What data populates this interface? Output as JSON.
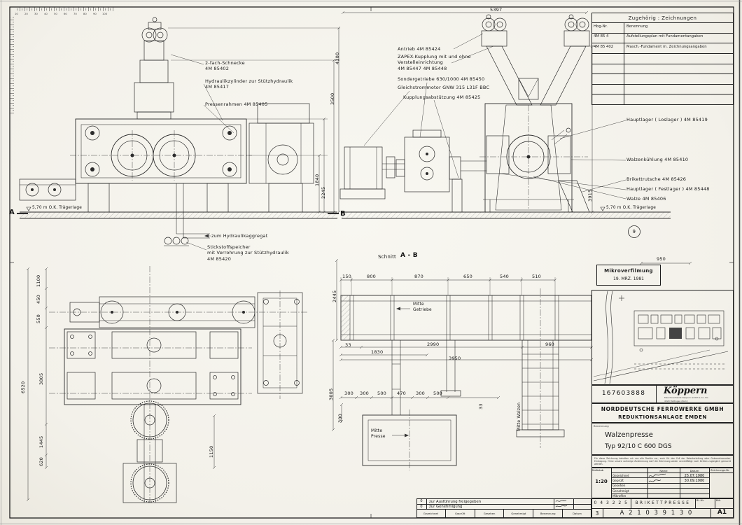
{
  "ruler": {
    "numbers": [
      "10",
      "20",
      "30",
      "40",
      "50",
      "60",
      "70",
      "80",
      "90",
      "100"
    ]
  },
  "markers": {
    "a": "A",
    "b": "B",
    "detail": "9"
  },
  "front_view": {
    "schnecke_1": "2-fach-Schnecke",
    "schnecke_2": "4M 85402",
    "hydraulik_1": "Hydraulikzylinder zur Stützhydraulik",
    "hydraulik_2": "4M 85417",
    "rahmen": "Pressenrahmen   4M 85405",
    "aggregat": "zum Hydraulikaggregat",
    "speicher_1": "Stickstoffspeicher",
    "speicher_2": "mit Verrohrung zur Stützhydraulik",
    "speicher_3": "4M 85420",
    "traegerlage": "5,70 m  O.K. Trägerlage",
    "dim_4300": "4300",
    "dim_3500": "3500",
    "dim_1840": "1840",
    "dim_2245": "2245"
  },
  "side_view": {
    "antrieb": "Antrieb    4M 85424",
    "zapex_1": "ZAPEX-Kupplung mit und ohne",
    "zapex_2": "Verstelleinrichtung",
    "zapex_3": "4M 85447      4M 85448",
    "sondergetriebe": "Sondergetriebe   630/1000   4M 85450",
    "motor": "Gleichstrommotor   GNW 315 L31F   BBC",
    "kupplungsabstuetzung": "Kupplungsabstützung   4M 85425",
    "loslager": "Hauptlager ( Loslager )     4M 85419",
    "kuehlung": "Walzenkühlung     4M 85410",
    "rutsche": "Brikettrutsche     4M 85426",
    "festlager": "Hauptlager ( Festlager )    4M 85448",
    "walze": "Walze    4M 85406",
    "traegerlage": "5,70 m  O.K. Trägerlage",
    "dim_5397": "5397",
    "dim_3915": "3915"
  },
  "plan_view": {
    "dim_1100": "1100",
    "dim_450": "450",
    "dim_550": "550",
    "dim_3805": "3805",
    "dim_1445": "1445",
    "dim_620": "620",
    "dim_6520": "6520",
    "dim_1150": "1150"
  },
  "section": {
    "title_small": "Schnitt",
    "title_big": "A - B",
    "dims_top": [
      "150",
      "800",
      "870",
      "650",
      "540",
      "510"
    ],
    "dim_950": "950",
    "dim_2445": "2445",
    "dim_3005": "3005",
    "dim_300": "300",
    "dim_33": "33",
    "dim_2990": "2990",
    "dim_960": "960",
    "dim_1830": "1830",
    "dim_3950": "3950",
    "dims_bottom": [
      "300",
      "300",
      "500",
      "470",
      "300",
      "500"
    ],
    "dim_33b": "33",
    "mitte_getriebe_1": "Mitte",
    "mitte_getriebe_2": "Getriebe",
    "mitte_presse_1": "Mitte",
    "mitte_presse_2": "Presse",
    "mitte_walzen": "Mitte Walzen"
  },
  "stamp": {
    "title": "Mikroverfilmung",
    "date": "19. MRZ. 1981"
  },
  "related_table": {
    "title": "Zugehörig :  Zeichnungen",
    "header_nr": "Hbg-Nr.",
    "header_name": "Benennung",
    "rows": [
      {
        "nr": "4M 85 4",
        "name": "Aufstellungsplan mit Fundamentangaben"
      },
      {
        "nr": "4M 85 402",
        "name": "Masch.-Fundament m. Zeichnungsangaben"
      }
    ]
  },
  "title_block": {
    "film_number": "167603888",
    "logo": "Köppern",
    "logo_sub1": "Maschinenfabrik Köppern GmbH & Co. KG",
    "logo_sub2": "4320 Hattingen (Ruhr)",
    "company_1": "NORDDEUTSCHE  FERROWERKE  GMBH",
    "company_2": "REDUKTIONSANLAGE  EMDEN",
    "benennung_label": "Benennung",
    "product_1": "Walzenpresse",
    "product_2": "Typ 92/10 C 600 DGS",
    "legal": "Für diese Zeichnung behalten wir uns alle Rechte vor, auch für den Fall der Patenterteilung oder Gebrauchsmuster-Eintragung. Ohne unsere vorherige Zustimmung darf die Zeichnung weder vervielfältigt noch Dritten zugänglich gemacht werden.",
    "masstab_label": "Maßstab",
    "masstab": "1:20",
    "name_label": "Name",
    "datum_label": "Datum",
    "znr_label": "Zeichnungs-Nr.",
    "approvals": [
      {
        "label": "Gezeichnet",
        "date": "25.07.1980"
      },
      {
        "label": "Geprüft",
        "date": "30.09.1980"
      },
      {
        "label": "Gesehen",
        "date": ""
      },
      {
        "label": "Genehmigt",
        "date": ""
      },
      {
        "label": "Mikrofilm",
        "date": ""
      }
    ],
    "order_number": "0 4 3 2 2 5",
    "order_word": "BRIKETTPRESSE",
    "blnr_label": "Bl.-Nr.",
    "blatt_label": "Blä.",
    "row2_first": "3",
    "drawing_number": "A 2 1 0 3 9 1 3 0",
    "format": "A1"
  },
  "revisions": {
    "rows": [
      {
        "mark": "0",
        "text": "zur Ausführung freigegeben"
      },
      {
        "mark": "0",
        "text": "zur Genehmigung"
      }
    ],
    "headers": [
      "Gezeichnet",
      "Geprüft",
      "Gesehen",
      "Genehmigt",
      "Benennung",
      "Datum"
    ]
  }
}
